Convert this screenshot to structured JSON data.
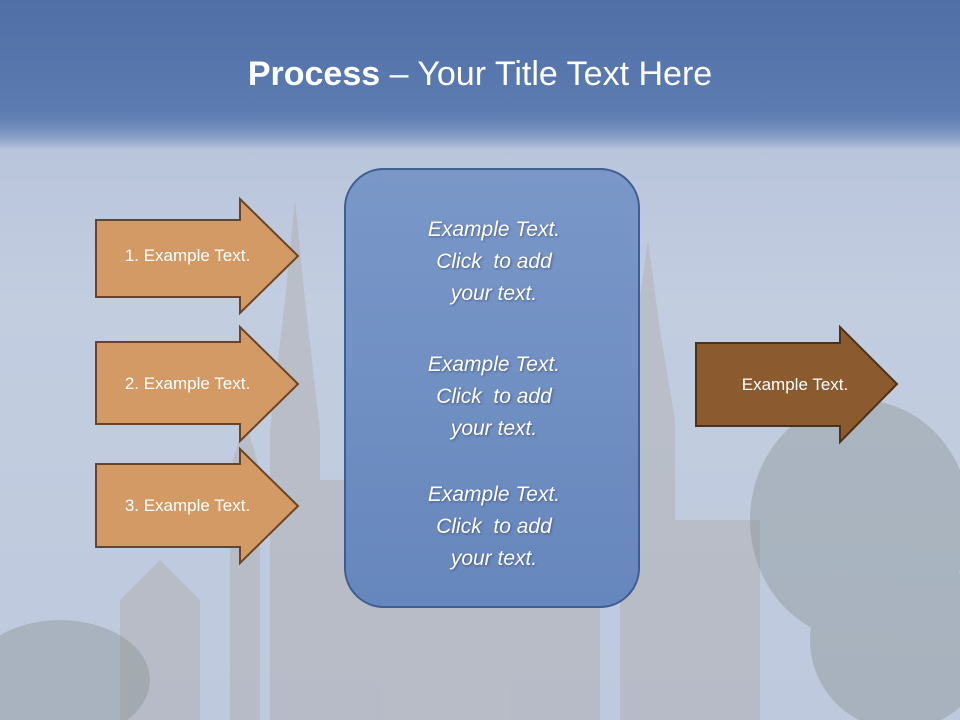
{
  "title": {
    "bold": "Process",
    "rest": " – Your Title Text Here"
  },
  "left_arrows": [
    {
      "label": "1. Example Text."
    },
    {
      "label": "2. Example Text."
    },
    {
      "label": "3. Example Text."
    }
  ],
  "center_box": {
    "blocks": [
      {
        "lines": [
          "Example Text.",
          "Click  to add",
          "your text."
        ]
      },
      {
        "lines": [
          "Example Text.",
          "Click  to add",
          "your text."
        ]
      },
      {
        "lines": [
          "Example Text.",
          "Click  to add",
          "your text."
        ]
      }
    ]
  },
  "right_arrow": {
    "label": "Example Text."
  },
  "colors": {
    "left_arrow_fill": "#d39a66",
    "left_arrow_stroke": "#6b4423",
    "right_arrow_fill": "#8b5a2f",
    "right_arrow_stroke": "#4f3118",
    "center_box_fill": "#7090c3",
    "title_band": "#5677ad"
  }
}
